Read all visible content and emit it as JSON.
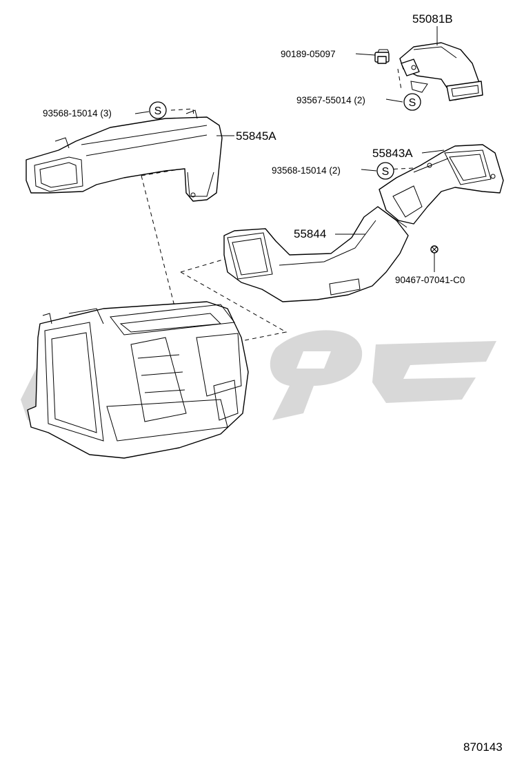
{
  "labels": {
    "p55081b": "55081B",
    "p90189": "90189-05097",
    "p93567": "93567-55014 (2)",
    "p93568_3": "93568-15014 (3)",
    "p55845a": "55845A",
    "p55843a": "55843A",
    "p93568_2": "93568-15014 (2)",
    "p55844": "55844",
    "p90467": "90467-07041-C0",
    "diagram_no": "870143"
  },
  "marks": {
    "s": "S"
  },
  "icons": {
    "clip": "clip-fastener-icon",
    "screw": "screw-icon",
    "watermark": "watermark-logo"
  }
}
